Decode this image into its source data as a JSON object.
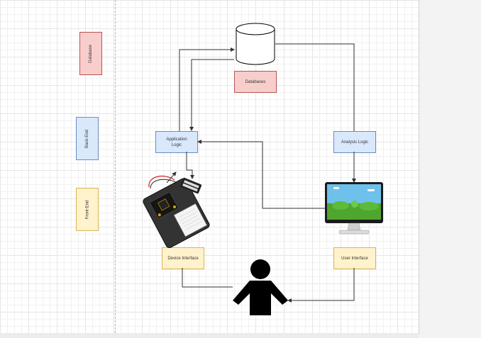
{
  "legend": {
    "database": "Database",
    "backend": "Back-End",
    "frontend": "Front-End"
  },
  "nodes": {
    "databases_label": "Databases",
    "app_logic_line1": "Application",
    "app_logic_line2": "Logic",
    "analysis_logic": "Analysis Logic",
    "device_interface": "Device Interface",
    "user_interface": "User Interface"
  },
  "colors": {
    "database": "#f8cecc",
    "backend": "#dae8fc",
    "frontend": "#fff2cc",
    "edge": "#333333"
  }
}
